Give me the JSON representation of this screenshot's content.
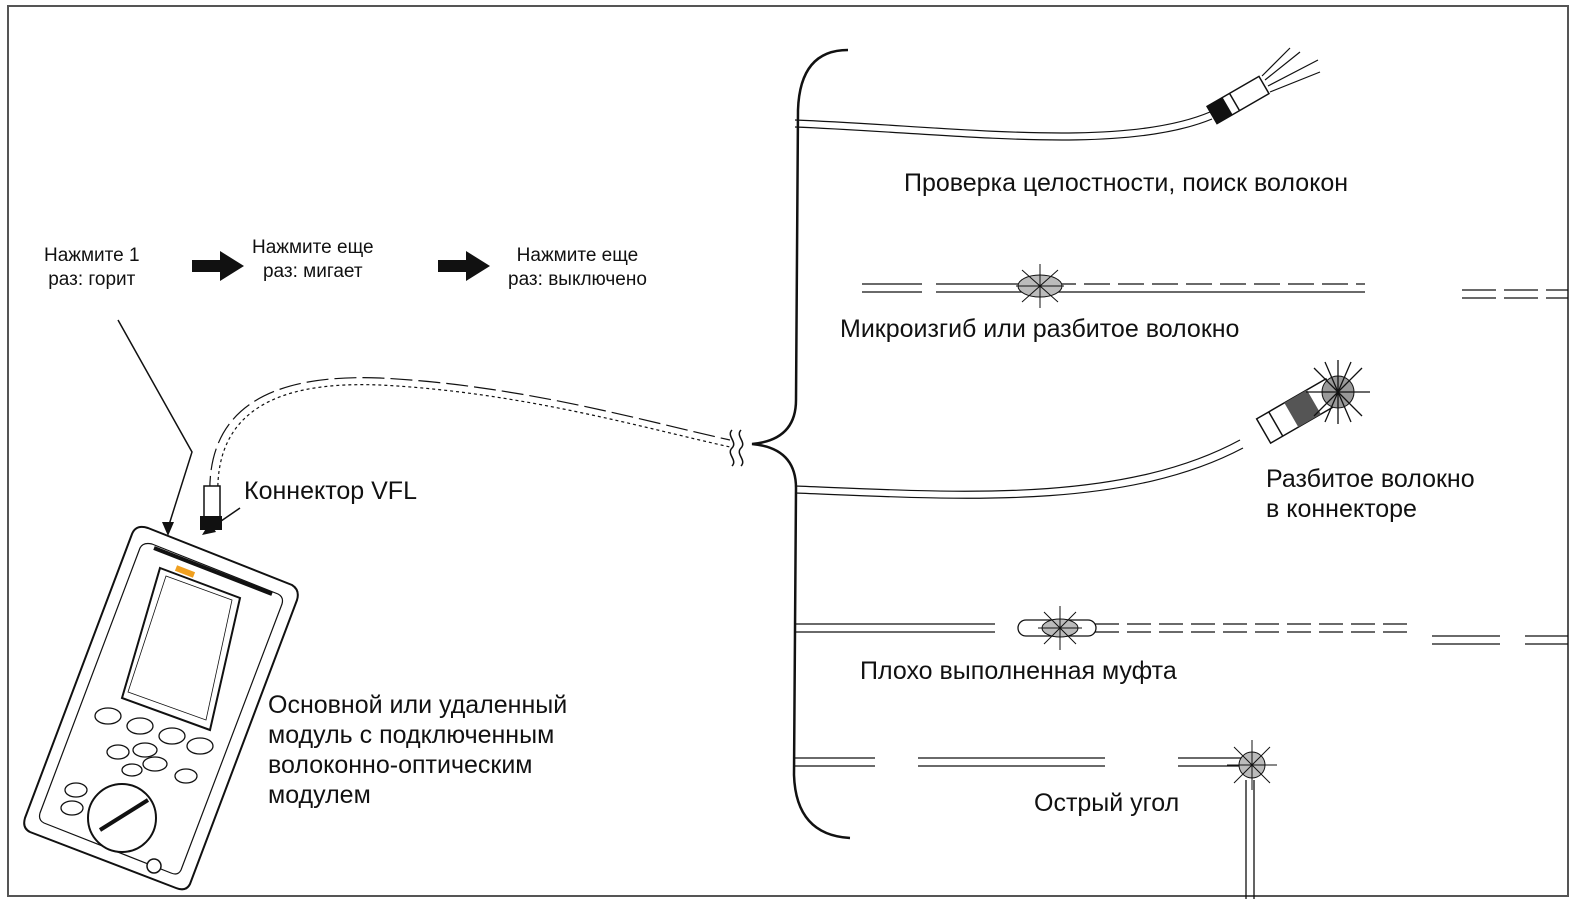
{
  "steps": [
    {
      "line1": "Нажмите 1",
      "line2": "раз: горит"
    },
    {
      "line1": "Нажмите еще",
      "line2": "раз: мигает"
    },
    {
      "line1": "Нажмите еще",
      "line2": "раз: выключено"
    }
  ],
  "labels": {
    "vfl_connector": "Коннектор VFL",
    "module_line1": "Основной или удаленный",
    "module_line2": "модуль с подключенным",
    "module_line3": "волоконно-оптическим",
    "module_line4": "модулем"
  },
  "cases": [
    {
      "lines": [
        "Проверка целостности, поиск волокон"
      ]
    },
    {
      "lines": [
        "Микроизгиб или разбитое волокно"
      ]
    },
    {
      "lines": [
        "Разбитое волокно",
        "в коннекторе"
      ]
    },
    {
      "lines": [
        "Плохо выполненная муфта"
      ]
    },
    {
      "lines": [
        "Острый угол"
      ]
    }
  ],
  "colors": {
    "line": "#111111",
    "vfl_button": "#f0a020",
    "glow": "#bbbbbb",
    "border": "#555555"
  }
}
